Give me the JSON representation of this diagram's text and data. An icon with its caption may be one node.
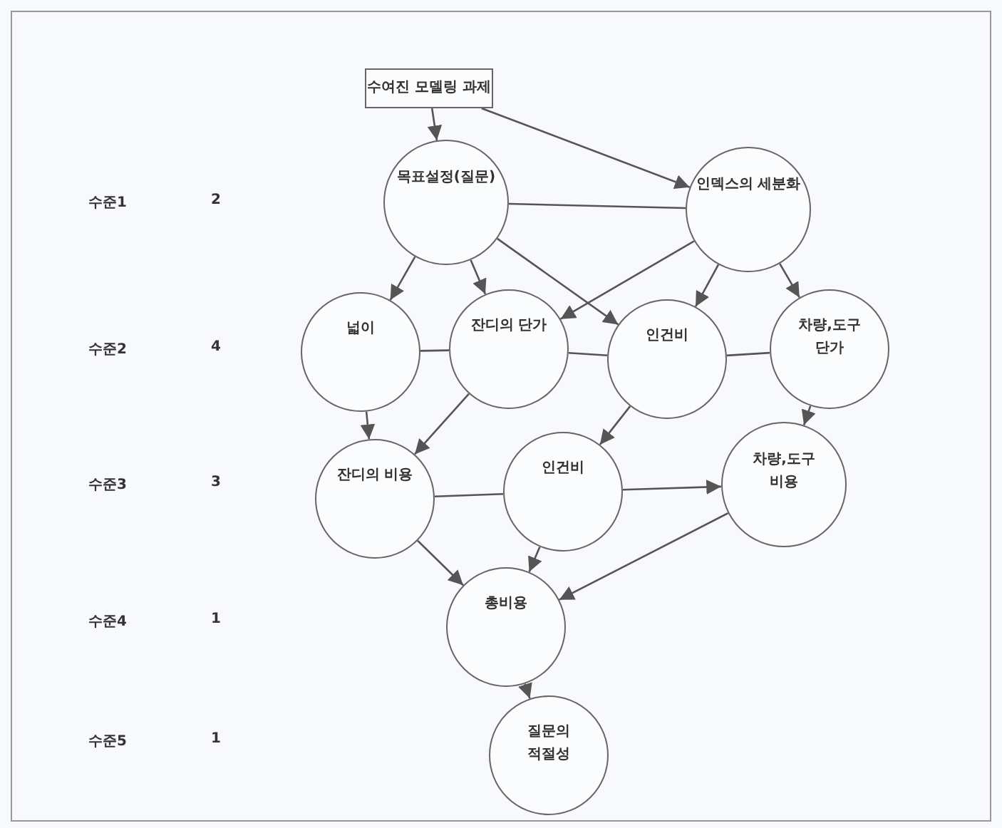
{
  "diagram": {
    "nodes": [
      {
        "text": [
          "수여진 모델링 과제"
        ]
      },
      {
        "text": [
          "목표설정(질문)"
        ]
      },
      {
        "text": [
          "인덱스의 세분화"
        ]
      },
      {
        "text": [
          "넓이"
        ]
      },
      {
        "text": [
          "잔디의 단가"
        ]
      },
      {
        "text": [
          "인건비"
        ]
      },
      {
        "text": [
          "차량,도구 단가"
        ]
      },
      {
        "text": [
          "잔디의 비용"
        ]
      },
      {
        "text": [
          "인건비"
        ]
      },
      {
        "text": [
          "차량,도구 비용"
        ]
      },
      {
        "text": [
          "총비용"
        ]
      },
      {
        "text": [
          "질문의 적절성"
        ]
      }
    ],
    "edges": [
      {
        "from": 0,
        "to": 1,
        "arrow": "to"
      },
      {
        "from": 0,
        "to": 2,
        "arrow": "to"
      },
      {
        "from": 1,
        "to": 2,
        "arrow": "none"
      },
      {
        "from": 1,
        "to": 3,
        "arrow": "to"
      },
      {
        "from": 1,
        "to": 4,
        "arrow": "to"
      },
      {
        "from": 1,
        "to": 5,
        "arrow": "to"
      },
      {
        "from": 2,
        "to": 4,
        "arrow": "to"
      },
      {
        "from": 2,
        "to": 5,
        "arrow": "to"
      },
      {
        "from": 2,
        "to": 6,
        "arrow": "to"
      },
      {
        "from": 3,
        "to": 4,
        "arrow": "none"
      },
      {
        "from": 4,
        "to": 5,
        "arrow": "none"
      },
      {
        "from": 5,
        "to": 6,
        "arrow": "none"
      },
      {
        "from": 3,
        "to": 7,
        "arrow": "to"
      },
      {
        "from": 4,
        "to": 7,
        "arrow": "to"
      },
      {
        "from": 5,
        "to": 8,
        "arrow": "to"
      },
      {
        "from": 6,
        "to": 9,
        "arrow": "to"
      },
      {
        "from": 7,
        "to": 8,
        "arrow": "none"
      },
      {
        "from": 8,
        "to": 9,
        "arrow": "to"
      },
      {
        "from": 7,
        "to": 10,
        "arrow": "to"
      },
      {
        "from": 8,
        "to": 10,
        "arrow": "to"
      },
      {
        "from": 9,
        "to": 10,
        "arrow": "to"
      },
      {
        "from": 10,
        "to": 11,
        "arrow": "to"
      }
    ],
    "labels": [
      "수준1",
      "2",
      "수준2",
      "4",
      "수준3",
      "3",
      "수준4",
      "1",
      "수준5",
      "1"
    ]
  }
}
